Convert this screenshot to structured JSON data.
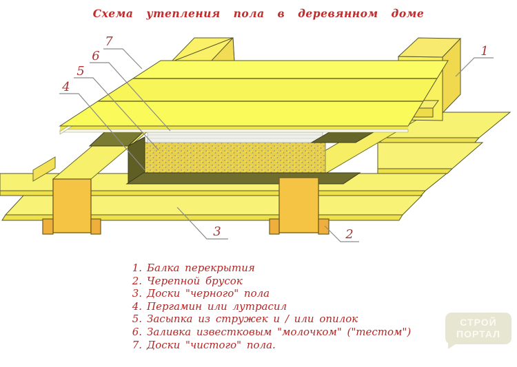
{
  "title": {
    "text": "Схема утепления пола в деревянном доме"
  },
  "callouts": [
    "1",
    "2",
    "3",
    "4",
    "5",
    "6",
    "7"
  ],
  "legend": {
    "items": [
      {
        "num": "1.",
        "label": "Балка перекрытия"
      },
      {
        "num": "2.",
        "label": "Черепной брусок"
      },
      {
        "num": "3.",
        "label": "Доски \"черного\" пола"
      },
      {
        "num": "4.",
        "label": "Пергамин или лутрасил"
      },
      {
        "num": "5.",
        "label": "Засыпка из стружек и / или опилок"
      },
      {
        "num": "6.",
        "label": "Заливка известковым \"молочком\" (\"тестом\")"
      },
      {
        "num": "7.",
        "label": "Доски \"чистого\" пола."
      }
    ]
  },
  "watermark": {
    "line1": "СТРОЙ",
    "line2": "ПОРТАЛ"
  },
  "colors": {
    "titleRed": "#c22b2b",
    "accentRed": "#b32626",
    "calloutRed": "#a93232",
    "boardYellow": "#fafa5a",
    "boardEdgeYellow": "#efe74d",
    "beamOrange": "#f5c445",
    "blockOrange": "#efaf3c",
    "pergaminOlive": "#6e6d2e",
    "fillYellow": "#e9cf4e",
    "limeWhite": "#f0f0ea",
    "watermarkBg": "#e4e4d0"
  }
}
